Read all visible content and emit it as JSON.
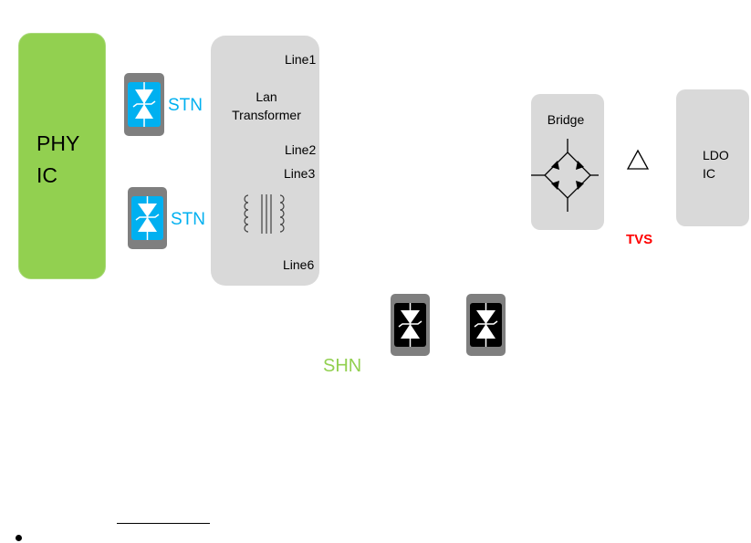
{
  "phy_ic": {
    "label": "PHY\nIC"
  },
  "lan_transformer": {
    "title": "Lan\nTransformer",
    "lines": [
      "Line1",
      "Line2",
      "Line3",
      "Line6"
    ]
  },
  "stn_devices": [
    {
      "label": "STN",
      "color": "#00b0f0"
    },
    {
      "label": "STN",
      "color": "#00b0f0"
    }
  ],
  "shn": {
    "label": "SHN",
    "color": "#92d050"
  },
  "bridge": {
    "label": "Bridge"
  },
  "tvs": {
    "label": "TVS",
    "color": "#ff0000"
  },
  "ldo_ic": {
    "label": "LDO\nIC"
  },
  "colors": {
    "phy_fill": "#92d050",
    "box_fill": "#d9d9d9",
    "stn_fill": "#00b0f0",
    "shn_fill": "#000000"
  }
}
